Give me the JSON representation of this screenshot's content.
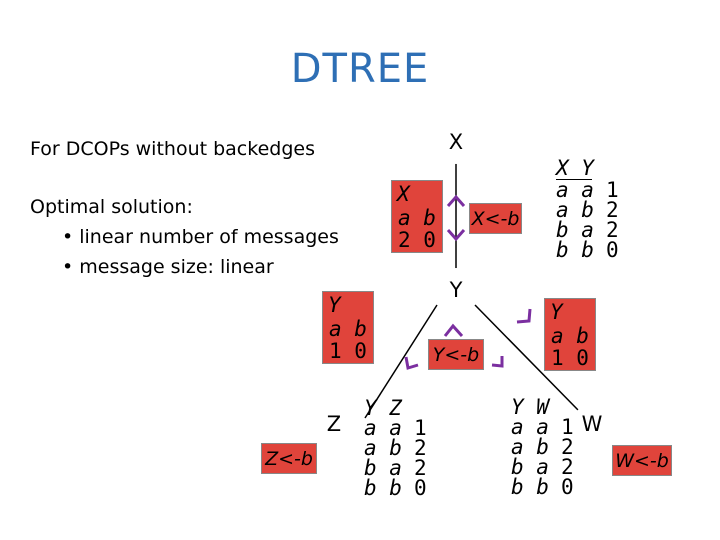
{
  "title": "DTREE",
  "description": "For DCOPs without backedges",
  "optimal": {
    "heading": "Optimal solution:",
    "bullets": [
      "• linear number of messages",
      "• message size: linear"
    ]
  },
  "nodes": {
    "x": "X",
    "y": "Y",
    "z": "Z",
    "w": "W"
  },
  "messages": {
    "x_table": {
      "var": "X",
      "keys": "a b",
      "vals": "2 0"
    },
    "y_left_table": {
      "var": "Y",
      "keys": "a b",
      "vals": "1 0"
    },
    "y_right_table": {
      "var": "Y",
      "keys": "a b",
      "vals": "1 0"
    },
    "x_b": "X<-b",
    "y_b": "Y<-b",
    "z_b": "Z<-b",
    "w_b": "W<-b"
  },
  "relations": {
    "xy": {
      "header": "X Y",
      "rows": [
        {
          "k": "a a",
          "v": "1"
        },
        {
          "k": "a b",
          "v": "2"
        },
        {
          "k": "b a",
          "v": "2"
        },
        {
          "k": "b b",
          "v": "0"
        }
      ]
    },
    "yz": {
      "header": "Y Z",
      "rows": [
        {
          "k": "a a",
          "v": "1"
        },
        {
          "k": "a b",
          "v": "2"
        },
        {
          "k": "b a",
          "v": "2"
        },
        {
          "k": "b b",
          "v": "0"
        }
      ]
    },
    "yw": {
      "header": "Y W",
      "rows": [
        {
          "k": "a a",
          "v": "1"
        },
        {
          "k": "a b",
          "v": "2"
        },
        {
          "k": "b a",
          "v": "2"
        },
        {
          "k": "b b",
          "v": "0"
        }
      ]
    }
  },
  "colors": {
    "title": "#2e6fb5",
    "message_box": "#e0443b",
    "arrow": "#7b2fa0"
  }
}
